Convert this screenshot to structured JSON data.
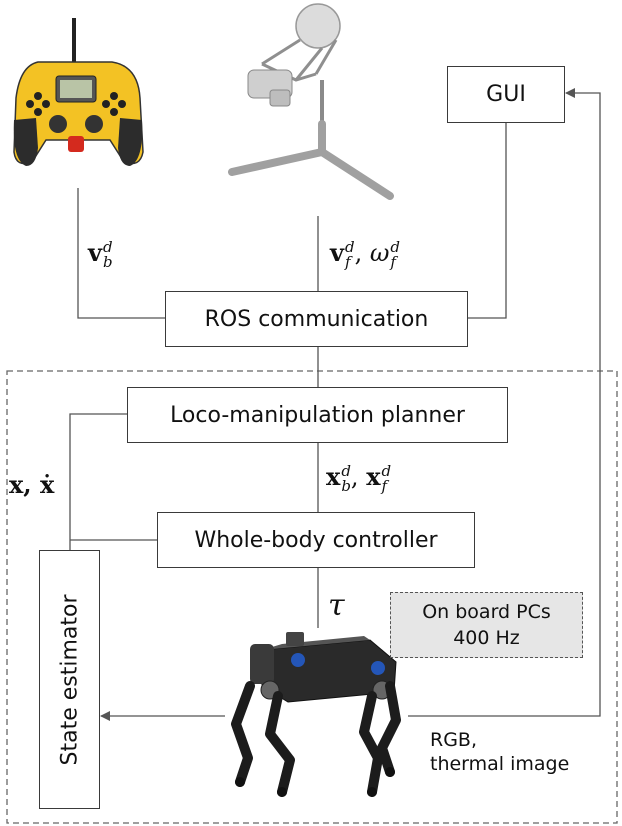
{
  "boxes": {
    "gui": "GUI",
    "ros": "ROS communication",
    "planner": "Loco-manipulation planner",
    "controller": "Whole-body controller",
    "state_estimator": "State estimator"
  },
  "labels": {
    "vb": {
      "base": "v",
      "sup": "d",
      "sub": "b"
    },
    "vf": {
      "base": "v",
      "sup": "d",
      "sub": "f",
      "sep": ", ",
      "omega": "ω"
    },
    "x": {
      "text": "x, ẋ"
    },
    "xref": {
      "base": "x",
      "sup": "d",
      "sub_b": "b",
      "sep": ", ",
      "sub_f": "f"
    },
    "tau": "τ"
  },
  "onboard": {
    "line1": "On board PCs",
    "line2": "400 Hz"
  },
  "sensor": {
    "line1": "RGB,",
    "line2": "thermal image"
  },
  "icons": {
    "joystick": "gamepad-icon",
    "haptic": "haptic-device-icon",
    "robot": "quadruped-robot-icon"
  }
}
